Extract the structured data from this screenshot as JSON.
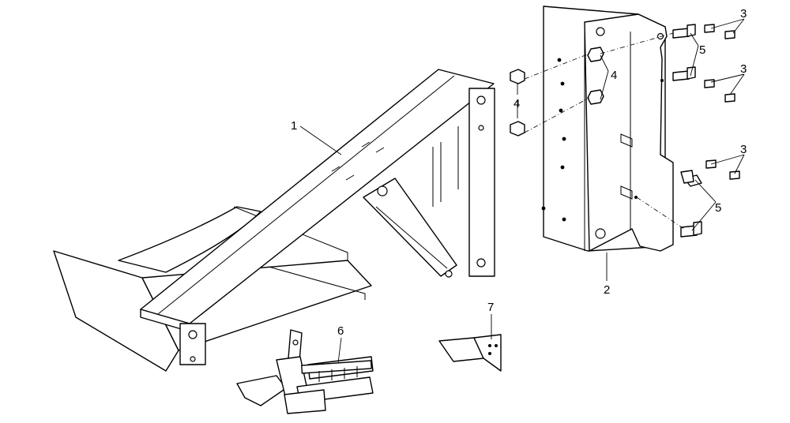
{
  "parts": {
    "frame": "1",
    "bracket": "2",
    "screws_upper": "3",
    "screws_middle": "3",
    "screws_lower": "3",
    "nuts_left": "4",
    "nuts_bracket": "4",
    "bolts_upper": "5",
    "bolts_lower": "5",
    "pedal_assembly": "6",
    "angle_plate": "7"
  }
}
